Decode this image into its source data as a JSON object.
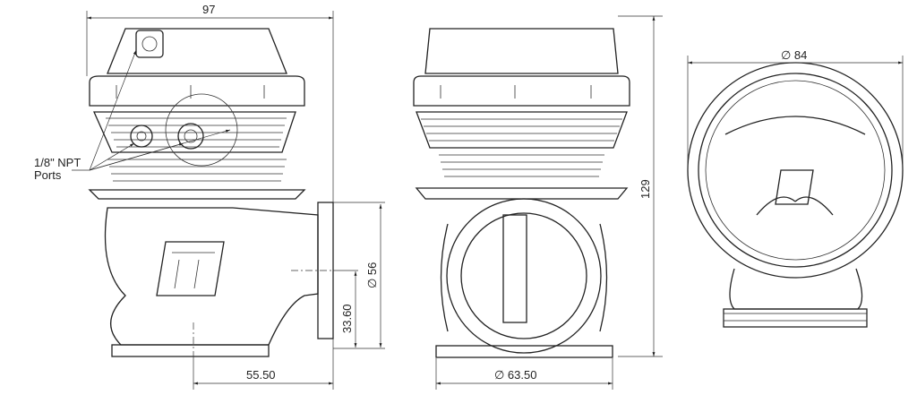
{
  "title": "Wastegate dimension drawing",
  "dimensions": {
    "overall_width": "97",
    "ports_line1": "1/8\" NPT",
    "ports_line2": "Ports",
    "outlet_diameter": "∅ 56",
    "outlet_height": "33.60",
    "outlet_offset": "55.50",
    "inlet_diameter": "∅ 63.50",
    "overall_height": "129",
    "actuator_diameter": "∅ 84"
  },
  "colors": {
    "line": "#222222",
    "background": "#ffffff"
  }
}
